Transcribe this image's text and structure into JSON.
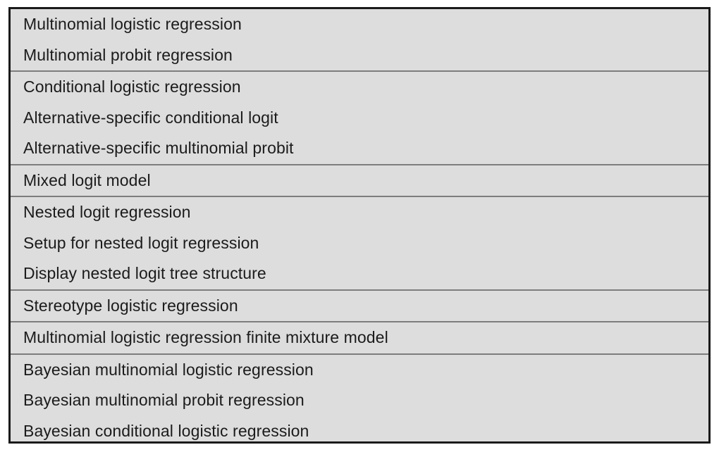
{
  "panel": {
    "name": "multinomial-models-menu",
    "background_color": "#dddddd",
    "border_color": "#1a1a1a",
    "separator_color": "#7d7d7d",
    "text_color": "#1b1b1b"
  },
  "groups": [
    {
      "id": "multinomial-basic",
      "items": [
        {
          "label": "Multinomial logistic regression"
        },
        {
          "label": "Multinomial probit regression"
        }
      ]
    },
    {
      "id": "conditional-alternative-specific",
      "items": [
        {
          "label": "Conditional logistic regression"
        },
        {
          "label": "Alternative-specific conditional logit"
        },
        {
          "label": "Alternative-specific multinomial probit"
        }
      ]
    },
    {
      "id": "mixed-logit",
      "items": [
        {
          "label": "Mixed logit model"
        }
      ]
    },
    {
      "id": "nested-logit",
      "items": [
        {
          "label": "Nested logit regression"
        },
        {
          "label": "Setup for nested logit regression"
        },
        {
          "label": "Display nested logit tree structure"
        }
      ]
    },
    {
      "id": "stereotype",
      "items": [
        {
          "label": "Stereotype logistic regression"
        }
      ]
    },
    {
      "id": "finite-mixture",
      "items": [
        {
          "label": "Multinomial logistic regression finite mixture model"
        }
      ]
    },
    {
      "id": "bayesian",
      "items": [
        {
          "label": "Bayesian multinomial logistic regression"
        },
        {
          "label": "Bayesian multinomial probit regression"
        },
        {
          "label": "Bayesian conditional logistic regression"
        }
      ]
    }
  ]
}
